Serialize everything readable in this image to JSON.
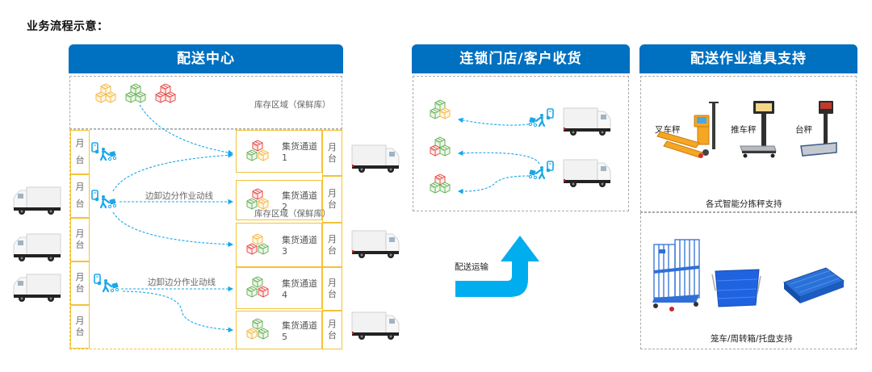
{
  "page_title": "业务流程示意：",
  "panels": {
    "distribution_center": {
      "title": "配送中心",
      "storage_label": "库存区域（保鲜库）",
      "overlap_label": "库存区域（保鲜库）",
      "route_labels": [
        "边卸边分作业动线",
        "边卸边分作业动线"
      ],
      "dock_label_top": "月",
      "dock_label_bottom": "台",
      "left_docks": [
        {
          "top": "月",
          "bottom": "台"
        },
        {
          "top": "月",
          "bottom": "台"
        },
        {
          "top": "月",
          "bottom": "台"
        },
        {
          "top": "月",
          "bottom": "台"
        },
        {
          "top": "月",
          "bottom": "台"
        }
      ],
      "channels": [
        {
          "label": "集货通道1",
          "dock_top": "月",
          "dock_bottom": "台"
        },
        {
          "label": "集货通道2",
          "dock_top": "月",
          "dock_bottom": "台"
        },
        {
          "label": "集货通道3",
          "dock_top": "月",
          "dock_bottom": "台"
        },
        {
          "label": "集货通道4",
          "dock_top": "月",
          "dock_bottom": "台"
        },
        {
          "label": "集货通道5",
          "dock_top": "月",
          "dock_bottom": "台"
        }
      ]
    },
    "store_receiving": {
      "title": "连锁门店/客户收货"
    },
    "transport": {
      "label": "配送运输"
    },
    "tools": {
      "title": "配送作业道具支持",
      "scales": [
        {
          "label": "叉车秤"
        },
        {
          "label": "推车秤"
        },
        {
          "label": "台秤"
        }
      ],
      "scales_caption": "各式智能分拣秤支持",
      "containers_caption": "笼车/周转箱/托盘支持"
    }
  },
  "colors": {
    "header_blue": "#0070c0",
    "flow_blue": "#1aa7e8",
    "arrow_blue": "#00aeef",
    "dock_yellow": "#f3c23a",
    "box_orange": "#f2b134",
    "box_green": "#5aaa4a",
    "box_red": "#e53935"
  }
}
